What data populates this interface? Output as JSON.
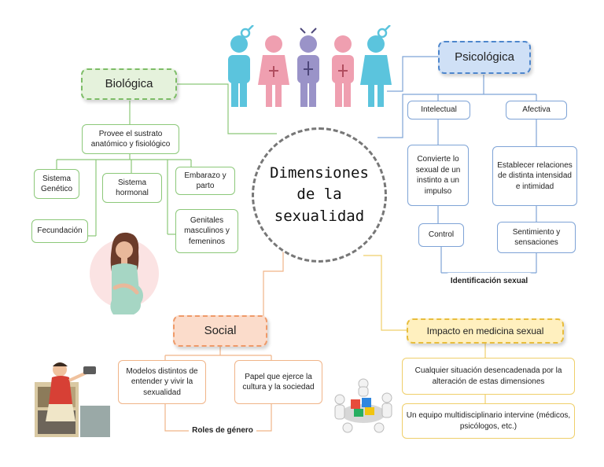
{
  "center": {
    "title": "Dimensiones\nde la\nsexualidad"
  },
  "biologica": {
    "title": "Biológica",
    "sustrato": "Provee el sustrato anatómico y fisiológico",
    "items": [
      "Sistema Genético",
      "Sistema hormonal",
      "Embarazo y parto",
      "Fecundación",
      "Genitales masculinos y femeninos"
    ]
  },
  "psicologica": {
    "title": "Psicológica",
    "intelectual": "Intelectual",
    "afectiva": "Afectiva",
    "convierte": "Convierte lo sexual de un instinto a un impulso",
    "establecer": "Establecer relaciones de distinta intensidad e intimidad",
    "control": "Control",
    "sentimiento": "Sentimiento y sensaciones",
    "identificacion": "Identificación sexual"
  },
  "social": {
    "title": "Social",
    "modelos": "Modelos distintos de entender y vivir la sexualidad",
    "papel": "Papel que ejerce la cultura y la sociedad",
    "roles": "Roles de género"
  },
  "impacto": {
    "title": "Impacto en medicina sexual",
    "cualquier": "Cualquier situación desencadenada por la alteración de estas dimensiones",
    "equipo": "Un equipo multidisciplinario intervine (médicos, psicólogos, etc.)"
  },
  "colors": {
    "green": "#8cc879",
    "blue": "#7ea3d6",
    "orange": "#f0b488",
    "yellow": "#efcf6a",
    "male_figure": "#5bc4dd",
    "female_figure": "#ef9fb0",
    "trans_figure": "#9a93c8"
  },
  "icons": [
    "gender-figures-illustration",
    "pregnant-woman-illustration",
    "retro-housewife-illustration",
    "puzzle-team-illustration"
  ]
}
